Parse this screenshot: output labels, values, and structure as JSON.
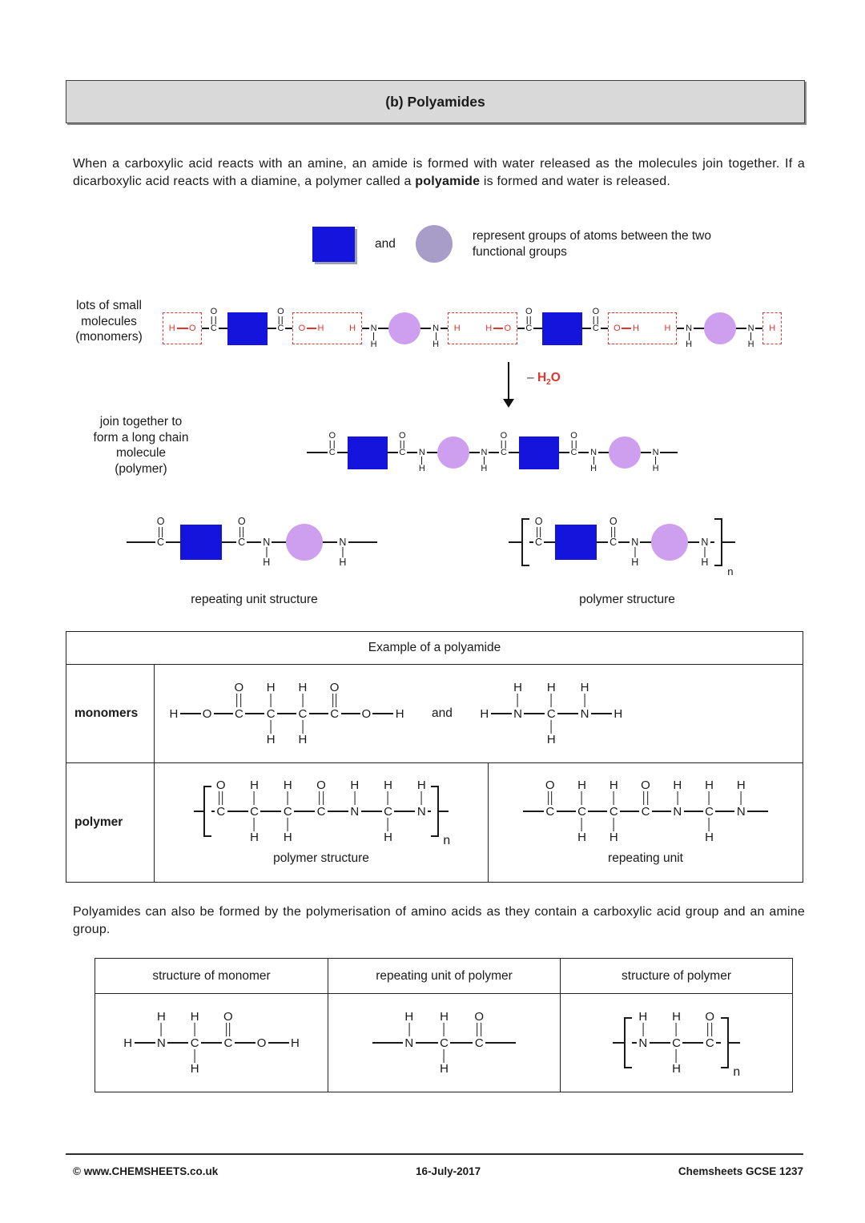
{
  "colors": {
    "block_blue": "#1414dd",
    "circle_purple": "#cd9fee",
    "legend_circle": "#a89cc8",
    "highlight_red": "#e0342e"
  },
  "header": {
    "title": "(b) Polyamides"
  },
  "intro": {
    "pre": "When a carboxylic acid reacts with an amine, an amide is formed with water released as the molecules join together. If a dicarboxylic acid reacts with a diamine, a polymer called a ",
    "bold": "polyamide",
    "post": " is formed and water is released."
  },
  "legend": {
    "and_label": "and",
    "caption": "represent groups of atoms between the two functional groups"
  },
  "diagram": {
    "monomers_label": "lots of small molecules (monomers)",
    "polymer_label": "join together to form a long chain molecule (polymer)",
    "water": {
      "minus": "–",
      "h": "H",
      "sub": "2",
      "o": "O"
    },
    "repeating_caption": "repeating unit structure",
    "polymer_caption": "polymer structure"
  },
  "example_table": {
    "title": "Example of a polyamide",
    "monomers_label": "monomers",
    "polymer_label": "polymer",
    "and_label": "and",
    "polymer_caption": "polymer structure",
    "repeat_caption": "repeating unit"
  },
  "amino_text": "Polyamides can also be formed by the polymerisation of amino acids as they contain a carboxylic acid group and an amine group.",
  "amino_table": {
    "headers": [
      "structure of monomer",
      "repeating unit of polymer",
      "structure of polymer"
    ]
  },
  "footer": {
    "left": "© www.CHEMSHEETS.co.uk",
    "center": "16-July-2017",
    "right": "Chemsheets GCSE 1237"
  },
  "molecules": {
    "monomer_chain": [
      {
        "t": "box",
        "items": [
          {
            "t": "a",
            "s": "H",
            "red": 1
          },
          {
            "t": "b",
            "w": 14,
            "red": 1
          },
          {
            "t": "a",
            "s": "O",
            "red": 1
          }
        ]
      },
      {
        "t": "b",
        "w": 9
      },
      {
        "t": "a",
        "s": "C",
        "top": "O2"
      },
      {
        "t": "b",
        "w": 11
      },
      {
        "t": "sq"
      },
      {
        "t": "b",
        "w": 11
      },
      {
        "t": "a",
        "s": "C",
        "top": "O2"
      },
      {
        "t": "b",
        "w": 9
      },
      {
        "t": "box",
        "items": [
          {
            "t": "a",
            "s": "O",
            "red": 1
          },
          {
            "t": "b",
            "w": 12,
            "red": 1
          },
          {
            "t": "a",
            "s": "H",
            "red": 1
          },
          {
            "t": "g",
            "w": 28
          },
          {
            "t": "a",
            "s": "H",
            "red": 1
          }
        ]
      },
      {
        "t": "b",
        "w": 9
      },
      {
        "t": "a",
        "s": "N",
        "bot": "H1"
      },
      {
        "t": "b",
        "w": 13
      },
      {
        "t": "c"
      },
      {
        "t": "b",
        "w": 13
      },
      {
        "t": "a",
        "s": "N",
        "bot": "H1"
      },
      {
        "t": "b",
        "w": 9
      },
      {
        "t": "box",
        "items": [
          {
            "t": "a",
            "s": "H",
            "red": 1
          },
          {
            "t": "g",
            "w": 28
          },
          {
            "t": "a",
            "s": "H",
            "red": 1
          },
          {
            "t": "b",
            "w": 12,
            "red": 1
          },
          {
            "t": "a",
            "s": "O",
            "red": 1
          }
        ]
      },
      {
        "t": "b",
        "w": 9
      },
      {
        "t": "a",
        "s": "C",
        "top": "O2"
      },
      {
        "t": "b",
        "w": 11
      },
      {
        "t": "sq"
      },
      {
        "t": "b",
        "w": 11
      },
      {
        "t": "a",
        "s": "C",
        "top": "O2"
      },
      {
        "t": "b",
        "w": 9
      },
      {
        "t": "box",
        "items": [
          {
            "t": "a",
            "s": "O",
            "red": 1
          },
          {
            "t": "b",
            "w": 12,
            "red": 1
          },
          {
            "t": "a",
            "s": "H",
            "red": 1
          },
          {
            "t": "g",
            "w": 28
          },
          {
            "t": "a",
            "s": "H",
            "red": 1
          }
        ]
      },
      {
        "t": "b",
        "w": 9
      },
      {
        "t": "a",
        "s": "N",
        "bot": "H1"
      },
      {
        "t": "b",
        "w": 13
      },
      {
        "t": "c"
      },
      {
        "t": "b",
        "w": 13
      },
      {
        "t": "a",
        "s": "N",
        "bot": "H1"
      },
      {
        "t": "b",
        "w": 9
      },
      {
        "t": "box",
        "items": [
          {
            "t": "a",
            "s": "H",
            "red": 1
          }
        ]
      }
    ],
    "polymer_chain": [
      {
        "t": "b",
        "w": 26
      },
      {
        "t": "a",
        "s": "C",
        "top": "O2"
      },
      {
        "t": "b",
        "w": 13
      },
      {
        "t": "sq"
      },
      {
        "t": "b",
        "w": 13
      },
      {
        "t": "a",
        "s": "C",
        "top": "O2"
      },
      {
        "t": "b",
        "w": 13
      },
      {
        "t": "a",
        "s": "N",
        "bot": "H1"
      },
      {
        "t": "b",
        "w": 13
      },
      {
        "t": "c"
      },
      {
        "t": "b",
        "w": 13
      },
      {
        "t": "a",
        "s": "N",
        "bot": "H1"
      },
      {
        "t": "b",
        "w": 13
      },
      {
        "t": "a",
        "s": "C",
        "top": "O2"
      },
      {
        "t": "b",
        "w": 13
      },
      {
        "t": "sq"
      },
      {
        "t": "b",
        "w": 13
      },
      {
        "t": "a",
        "s": "C",
        "top": "O2"
      },
      {
        "t": "b",
        "w": 13
      },
      {
        "t": "a",
        "s": "N",
        "bot": "H1"
      },
      {
        "t": "b",
        "w": 13
      },
      {
        "t": "c"
      },
      {
        "t": "b",
        "w": 13
      },
      {
        "t": "a",
        "s": "N",
        "bot": "H1"
      },
      {
        "t": "b",
        "w": 22
      }
    ],
    "repeat_md": [
      {
        "t": "b",
        "w": 36
      },
      {
        "t": "a",
        "s": "C",
        "top": "O2"
      },
      {
        "t": "b",
        "w": 18
      },
      {
        "t": "sq"
      },
      {
        "t": "b",
        "w": 18
      },
      {
        "t": "a",
        "s": "C",
        "top": "O2"
      },
      {
        "t": "b",
        "w": 18
      },
      {
        "t": "a",
        "s": "N",
        "bot": "H1"
      },
      {
        "t": "b",
        "w": 18
      },
      {
        "t": "c"
      },
      {
        "t": "b",
        "w": 18
      },
      {
        "t": "a",
        "s": "N",
        "bot": "H1"
      },
      {
        "t": "b",
        "w": 36
      }
    ],
    "polymer_md": [
      {
        "t": "b",
        "w": 16
      },
      {
        "t": "br",
        "side": "l"
      },
      {
        "t": "b",
        "w": 5
      },
      {
        "t": "a",
        "s": "C",
        "top": "O2"
      },
      {
        "t": "b",
        "w": 14
      },
      {
        "t": "sq"
      },
      {
        "t": "b",
        "w": 14
      },
      {
        "t": "a",
        "s": "C",
        "top": "O2"
      },
      {
        "t": "b",
        "w": 14
      },
      {
        "t": "a",
        "s": "N",
        "bot": "H1"
      },
      {
        "t": "b",
        "w": 14
      },
      {
        "t": "c"
      },
      {
        "t": "b",
        "w": 14
      },
      {
        "t": "a",
        "s": "N",
        "bot": "H1"
      },
      {
        "t": "b",
        "w": 5
      },
      {
        "t": "br",
        "side": "r",
        "sub": "n"
      },
      {
        "t": "b",
        "w": 16
      }
    ],
    "acid_lg": [
      {
        "t": "a",
        "s": "H"
      },
      {
        "t": "b",
        "w": 26
      },
      {
        "t": "a",
        "s": "O"
      },
      {
        "t": "b",
        "w": 24
      },
      {
        "t": "a",
        "s": "C",
        "top": "O2"
      },
      {
        "t": "b",
        "w": 24
      },
      {
        "t": "a",
        "s": "C",
        "top": "H1",
        "bot": "H1"
      },
      {
        "t": "b",
        "w": 24
      },
      {
        "t": "a",
        "s": "C",
        "top": "H1",
        "bot": "H1"
      },
      {
        "t": "b",
        "w": 24
      },
      {
        "t": "a",
        "s": "C",
        "top": "O2"
      },
      {
        "t": "b",
        "w": 24
      },
      {
        "t": "a",
        "s": "O"
      },
      {
        "t": "b",
        "w": 26
      },
      {
        "t": "a",
        "s": "H"
      }
    ],
    "diamine_lg": [
      {
        "t": "a",
        "s": "H"
      },
      {
        "t": "b",
        "w": 26
      },
      {
        "t": "a",
        "s": "N",
        "top": "H1"
      },
      {
        "t": "b",
        "w": 26
      },
      {
        "t": "a",
        "s": "C",
        "top": "H1",
        "bot": "H1"
      },
      {
        "t": "b",
        "w": 26
      },
      {
        "t": "a",
        "s": "N",
        "top": "H1"
      },
      {
        "t": "b",
        "w": 26
      },
      {
        "t": "a",
        "s": "H"
      }
    ],
    "polymer_lg": [
      {
        "t": "b",
        "w": 12
      },
      {
        "t": "br",
        "side": "l"
      },
      {
        "t": "b",
        "w": 4
      },
      {
        "t": "a",
        "s": "C",
        "top": "O2"
      },
      {
        "t": "b",
        "w": 26
      },
      {
        "t": "a",
        "s": "C",
        "top": "H1",
        "bot": "H1"
      },
      {
        "t": "b",
        "w": 26
      },
      {
        "t": "a",
        "s": "C",
        "top": "H1",
        "bot": "H1"
      },
      {
        "t": "b",
        "w": 26
      },
      {
        "t": "a",
        "s": "C",
        "top": "O2"
      },
      {
        "t": "b",
        "w": 26
      },
      {
        "t": "a",
        "s": "N",
        "top": "H1"
      },
      {
        "t": "b",
        "w": 26
      },
      {
        "t": "a",
        "s": "C",
        "top": "H1",
        "bot": "H1"
      },
      {
        "t": "b",
        "w": 26
      },
      {
        "t": "a",
        "s": "N",
        "top": "H1"
      },
      {
        "t": "b",
        "w": 4
      },
      {
        "t": "br",
        "side": "r",
        "sub": "n"
      },
      {
        "t": "b",
        "w": 12
      }
    ],
    "repeat_lg": [
      {
        "t": "b",
        "w": 26
      },
      {
        "t": "a",
        "s": "C",
        "top": "O2"
      },
      {
        "t": "b",
        "w": 24
      },
      {
        "t": "a",
        "s": "C",
        "top": "H1",
        "bot": "H1"
      },
      {
        "t": "b",
        "w": 24
      },
      {
        "t": "a",
        "s": "C",
        "top": "H1",
        "bot": "H1"
      },
      {
        "t": "b",
        "w": 24
      },
      {
        "t": "a",
        "s": "C",
        "top": "O2"
      },
      {
        "t": "b",
        "w": 24
      },
      {
        "t": "a",
        "s": "N",
        "top": "H1"
      },
      {
        "t": "b",
        "w": 24
      },
      {
        "t": "a",
        "s": "C",
        "top": "H1",
        "bot": "H1"
      },
      {
        "t": "b",
        "w": 24
      },
      {
        "t": "a",
        "s": "N",
        "top": "H1"
      },
      {
        "t": "b",
        "w": 26
      }
    ],
    "amino_monomer": [
      {
        "t": "a",
        "s": "H"
      },
      {
        "t": "b",
        "w": 26
      },
      {
        "t": "a",
        "s": "N",
        "top": "H1"
      },
      {
        "t": "b",
        "w": 26
      },
      {
        "t": "a",
        "s": "C",
        "top": "H1",
        "bot": "H1"
      },
      {
        "t": "b",
        "w": 26
      },
      {
        "t": "a",
        "s": "C",
        "top": "O2"
      },
      {
        "t": "b",
        "w": 26
      },
      {
        "t": "a",
        "s": "O"
      },
      {
        "t": "b",
        "w": 26
      },
      {
        "t": "a",
        "s": "H"
      }
    ],
    "amino_repeat": [
      {
        "t": "b",
        "w": 38
      },
      {
        "t": "a",
        "s": "N",
        "top": "H1"
      },
      {
        "t": "b",
        "w": 28
      },
      {
        "t": "a",
        "s": "C",
        "top": "H1",
        "bot": "H1"
      },
      {
        "t": "b",
        "w": 28
      },
      {
        "t": "a",
        "s": "C",
        "top": "O2"
      },
      {
        "t": "b",
        "w": 38
      }
    ],
    "amino_polymer": [
      {
        "t": "b",
        "w": 14
      },
      {
        "t": "br",
        "side": "l"
      },
      {
        "t": "b",
        "w": 6
      },
      {
        "t": "a",
        "s": "N",
        "top": "H1"
      },
      {
        "t": "b",
        "w": 26
      },
      {
        "t": "a",
        "s": "C",
        "top": "H1",
        "bot": "H1"
      },
      {
        "t": "b",
        "w": 26
      },
      {
        "t": "a",
        "s": "C",
        "top": "O2"
      },
      {
        "t": "b",
        "w": 6
      },
      {
        "t": "br",
        "side": "r",
        "sub": "n"
      },
      {
        "t": "b",
        "w": 14
      }
    ]
  }
}
